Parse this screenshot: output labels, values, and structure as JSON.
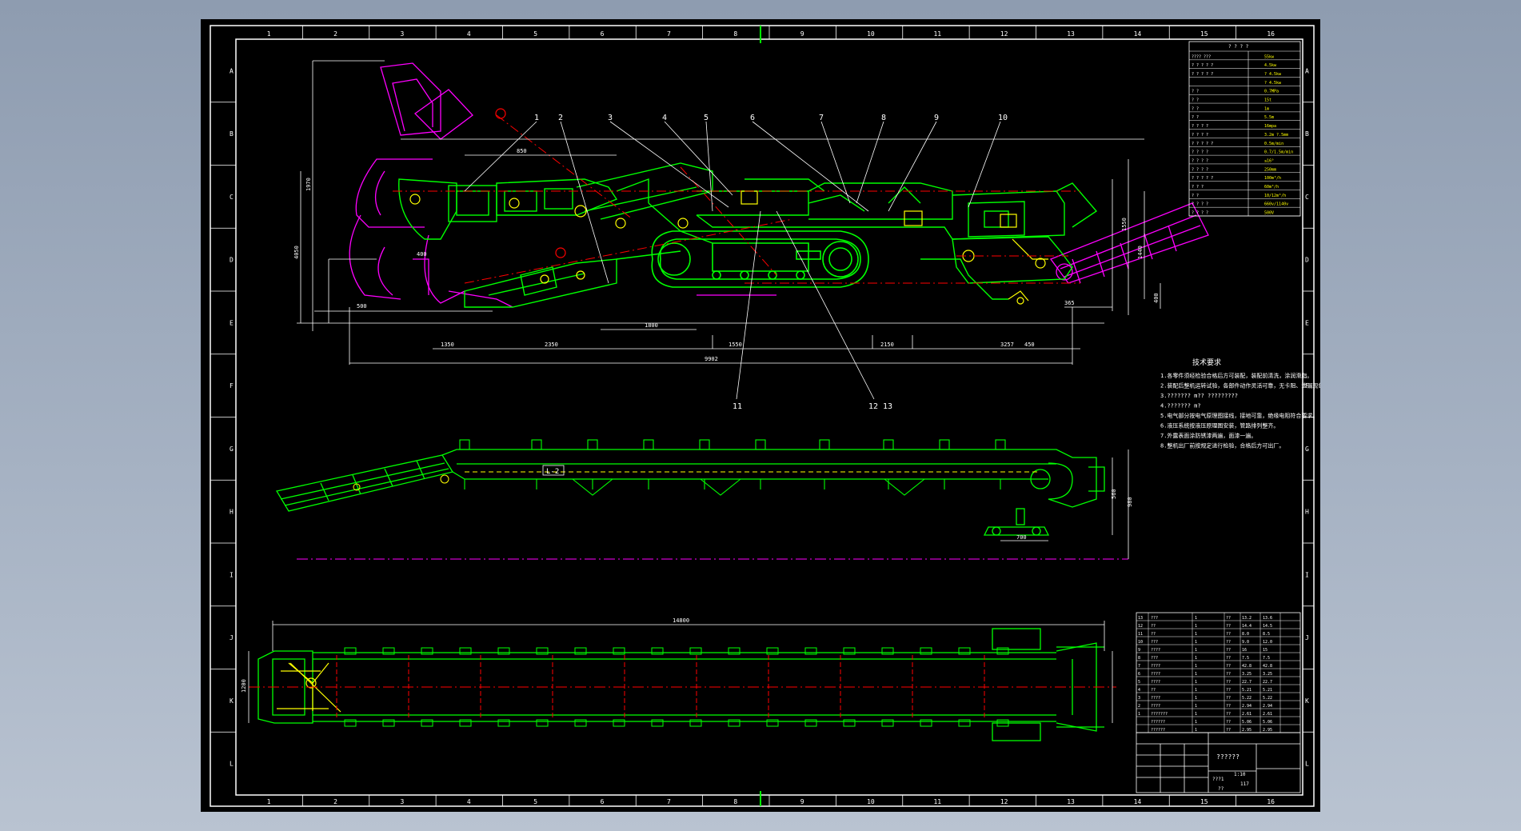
{
  "colors": {
    "background": "#000000",
    "border": "#ffffff",
    "structure": "#00ff00",
    "detail": "#ffff00",
    "centerline": "#ff0000",
    "alternate": "#ff00ff",
    "dimension": "#ffffff",
    "workarea": "#9aa7ba"
  },
  "grid": {
    "columns": [
      "1",
      "2",
      "3",
      "4",
      "5",
      "6",
      "7",
      "8",
      "9",
      "10",
      "11",
      "12",
      "13",
      "14",
      "15",
      "16"
    ],
    "rows": [
      "A",
      "B",
      "C",
      "D",
      "E",
      "F",
      "G",
      "H",
      "I",
      "J",
      "K",
      "L"
    ]
  },
  "balloons": [
    "1",
    "2",
    "3",
    "4",
    "5",
    "6",
    "7",
    "8",
    "9",
    "10",
    "11",
    "12",
    "13"
  ],
  "technical_requirements": {
    "title": "技术要求",
    "lines": [
      "1.各零件须经检验合格后方可装配，装配前清洗，涂润滑脂。",
      "2.装配后整机运转试验，各部件动作灵活可靠，无卡阻、泄漏现象。",
      "3.??????? m?? ?????????",
      "4.??????? m?",
      "5.电气部分按电气原理图接线，接地可靠，绝缘电阻符合要求。",
      "6.液压系统按液压原理图安装，管路排列整齐。",
      "7.外露表面涂防锈漆两遍，面漆一遍。",
      "8.整机出厂前按规定进行检验，合格后方可出厂。"
    ]
  },
  "spec_table": {
    "header": "? ? ? ?",
    "rows": [
      {
        "label": "???? ???",
        "value": "55kw"
      },
      {
        "label": "? ? ? ? ?",
        "value": "4.5kw"
      },
      {
        "label": "? ? ? ? ?",
        "value": "? 4.5kw"
      },
      {
        "label": "",
        "value": "? 4.5kw"
      },
      {
        "label": "? ?",
        "value": "0.7MPa"
      },
      {
        "label": "? ?",
        "value": "15t"
      },
      {
        "label": "? ?",
        "value": "1m"
      },
      {
        "label": "? ?",
        "value": "5.5m"
      },
      {
        "label": "? ? ? ?",
        "value": "16mpa"
      },
      {
        "label": "? ? ? ?",
        "value": "3.2m ?.5mm"
      },
      {
        "label": "? ? ? ? ?",
        "value": "0.5m/min"
      },
      {
        "label": "? ? ? ?",
        "value": "0.7/1.5m/min"
      },
      {
        "label": "? ? ? ?",
        "value": "≤16°"
      },
      {
        "label": "? ? ? ?",
        "value": "250mm"
      },
      {
        "label": "? ? ? ? ?",
        "value": "100m³/h"
      },
      {
        "label": "? ? ?",
        "value": "60m³/h"
      },
      {
        "label": "? ?",
        "value": "10/12m³/h"
      },
      {
        "label": "? ? ? ?",
        "value": "660v/1140v"
      },
      {
        "label": "? ? ? ?",
        "value": "500V"
      }
    ]
  },
  "title_block": {
    "drawing_name": "??????",
    "scale": "1:10",
    "sheet": "??",
    "code_a": "???1",
    "code_b": "117"
  },
  "parts_list": {
    "rows": [
      [
        "13",
        "???",
        "1",
        "??",
        "13.2",
        "13.6"
      ],
      [
        "12",
        "??",
        "1",
        "??",
        "14.4",
        "14.5"
      ],
      [
        "11",
        "??",
        "1",
        "??",
        "8.0",
        "8.5"
      ],
      [
        "10",
        "???",
        "1",
        "??",
        "9.0",
        "12.0"
      ],
      [
        "9",
        "????",
        "1",
        "??",
        "16",
        "15"
      ],
      [
        "8",
        "???",
        "1",
        "??",
        "7.5",
        "7.5"
      ],
      [
        "7",
        "????",
        "1",
        "??",
        "42.8",
        "42.8"
      ],
      [
        "6",
        "????",
        "1",
        "??",
        "3.25",
        "3.25"
      ],
      [
        "5",
        "????",
        "1",
        "??",
        "22.7",
        "22.7"
      ],
      [
        "4",
        "??",
        "1",
        "??",
        "5.21",
        "5.21"
      ],
      [
        "3",
        "????",
        "1",
        "??",
        "5.22",
        "5.22"
      ],
      [
        "2",
        "????",
        "1",
        "??",
        "2.94",
        "2.94"
      ],
      [
        "1",
        "???????",
        "1",
        "??",
        "2.61",
        "2.61"
      ],
      [
        "",
        "??????",
        "1",
        "??",
        "5.06",
        "5.06"
      ],
      [
        "",
        "??????",
        "1",
        "??",
        "2.95",
        "2.95"
      ]
    ]
  },
  "dimensions": {
    "top_overall": "9902",
    "top_a": "2350",
    "top_b": "1550",
    "top_c": "2150",
    "top_d": "3257",
    "top_e": "1350",
    "height_left": "1970",
    "height_right": "1550",
    "side_len": "1440",
    "plan_len": "14800",
    "plan_width": "1200",
    "conv_height": "980",
    "boom": "4050",
    "small_a": "500",
    "small_b": "365",
    "small_c": "400",
    "small_d": "450",
    "small_e": "560",
    "small_f": "1800",
    "small_g": "700",
    "small_h": "850",
    "ref_label": "L-2"
  }
}
